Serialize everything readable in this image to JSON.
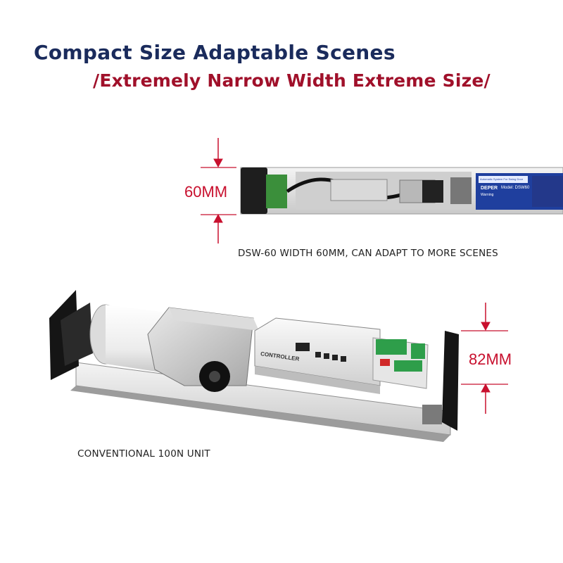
{
  "title": "Compact Size Adaptable Scenes",
  "subtitle": "/Extremely Narrow Width Extreme Size/",
  "dimensions": {
    "narrow_height": "60MM",
    "conventional_height": "82MM"
  },
  "captions": {
    "narrow_unit": "DSW-60 WIDTH 60MM, CAN ADAPT TO MORE SCENES",
    "conventional_unit": "CONVENTIONAL 100N UNIT"
  },
  "device_labels": {
    "controller": "CONTROLLER",
    "brand": "DEPER",
    "model": "Model: DSW60",
    "system_text": "Automatic System For Swing Door",
    "warning": "Warning"
  },
  "colors": {
    "title": "#1a2b5c",
    "subtitle": "#a0102a",
    "dimension": "#c8102e"
  }
}
